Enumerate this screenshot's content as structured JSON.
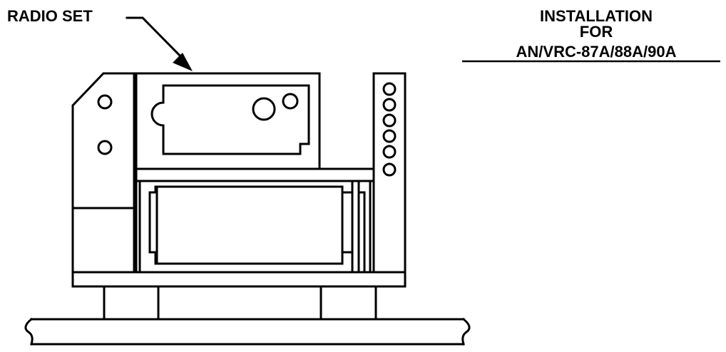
{
  "callout": {
    "label": "RADIO SET"
  },
  "title": {
    "line1": "INSTALLATION",
    "line2": "FOR",
    "line3": "AN/VRC-87A/88A/90A"
  }
}
